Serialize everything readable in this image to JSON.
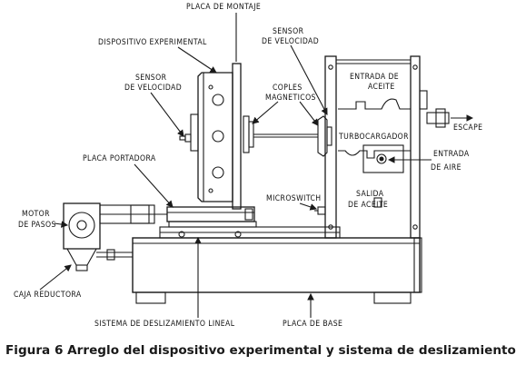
{
  "diagram": {
    "labels": {
      "placa_montaje": "PLACA DE MONTAJE",
      "dispositivo_experimental": "DISPOSITIVO EXPERIMENTAL",
      "sensor_velocidad_left_1": "SENSOR",
      "sensor_velocidad_left_2": "DE VELOCIDAD",
      "sensor_velocidad_right_1": "SENSOR",
      "sensor_velocidad_right_2": "DE VELOCIDAD",
      "coples_1": "COPLES",
      "coples_2": "MAGNETICOS",
      "entrada_aceite_1": "ENTRADA DE",
      "entrada_aceite_2": "ACEITE",
      "escape": "ESCAPE",
      "turbocargador": "TURBOCARGADOR",
      "entrada_aire_1": "ENTRADA",
      "entrada_aire_2": "DE AIRE",
      "placa_portadora": "PLACA PORTADORA",
      "microswitch": "MICROSWITCH",
      "salida_aceite_1": "SALIDA",
      "salida_aceite_2": "DE ACEITE",
      "motor_pasos_1": "MOTOR",
      "motor_pasos_2": "DE PASOS",
      "caja_reductora": "CAJA REDUCTORA",
      "sistema_deslizamiento": "SISTEMA DE DESLIZAMIENTO LINEAL",
      "placa_base": "PLACA DE BASE"
    }
  },
  "caption": "Figura 6 Arreglo del dispositivo experimental y sistema de deslizamiento"
}
